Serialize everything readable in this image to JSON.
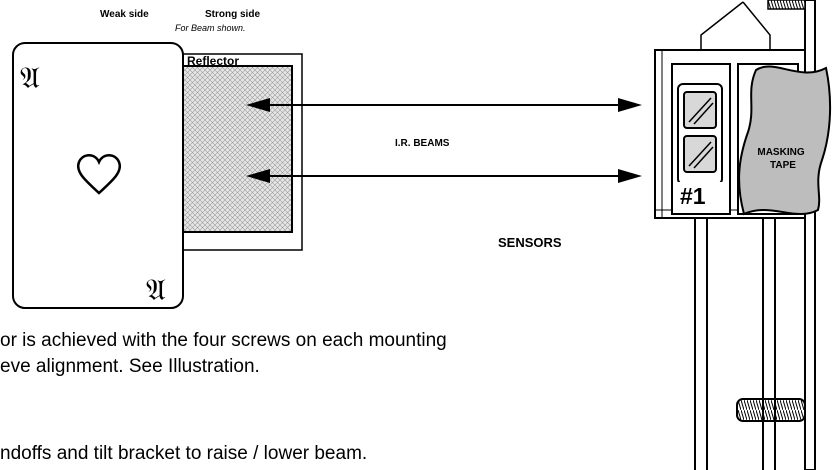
{
  "top_labels": {
    "weak_side": "Weak side",
    "strong_side": "Strong side",
    "note": "For Beam shown."
  },
  "card": {
    "rank_top": "𝔄",
    "rank_bottom": "𝔄",
    "suit": "heart"
  },
  "reflector": {
    "label": "Reflector"
  },
  "beams": {
    "label": "I.R. BEAMS"
  },
  "sensor": {
    "number_label": "#1",
    "tape_line1": "MASKING",
    "tape_line2": "TAPE",
    "title": "SENSORS"
  },
  "body_text": {
    "line1": "or is achieved with the four screws on each mounting",
    "line2": "eve alignment.  See Illustration.",
    "line3": "ndoffs and tilt bracket to raise / lower beam."
  },
  "colors": {
    "ink": "#000000",
    "tape_fill": "#bdbdbd",
    "reflector_hatch": "#9a9a9a",
    "sensor_lens": "#d8d8d8"
  }
}
